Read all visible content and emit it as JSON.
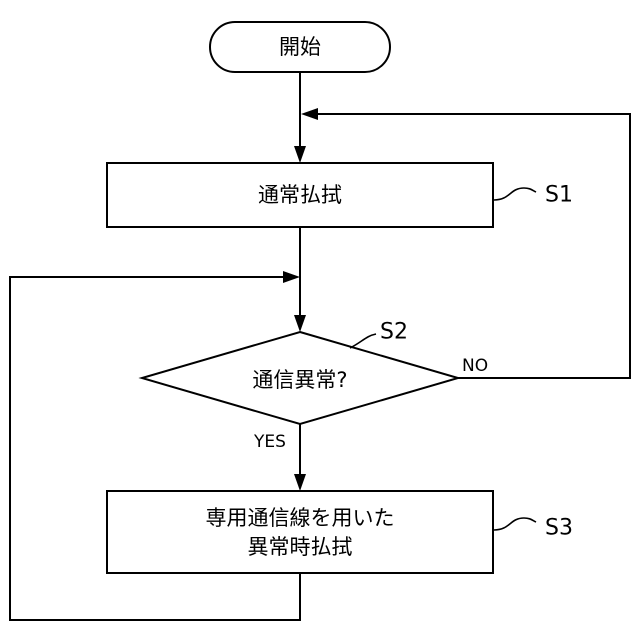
{
  "nodes": {
    "start": {
      "label": "開始"
    },
    "s1": {
      "label": "通常払拭",
      "ref": "S1"
    },
    "s2": {
      "label": "通信異常?",
      "ref": "S2"
    },
    "s3": {
      "label_line1": "専用通信線を用いた",
      "label_line2": "異常時払拭",
      "ref": "S3"
    }
  },
  "edges": {
    "no_label": "NO",
    "yes_label": "YES"
  }
}
